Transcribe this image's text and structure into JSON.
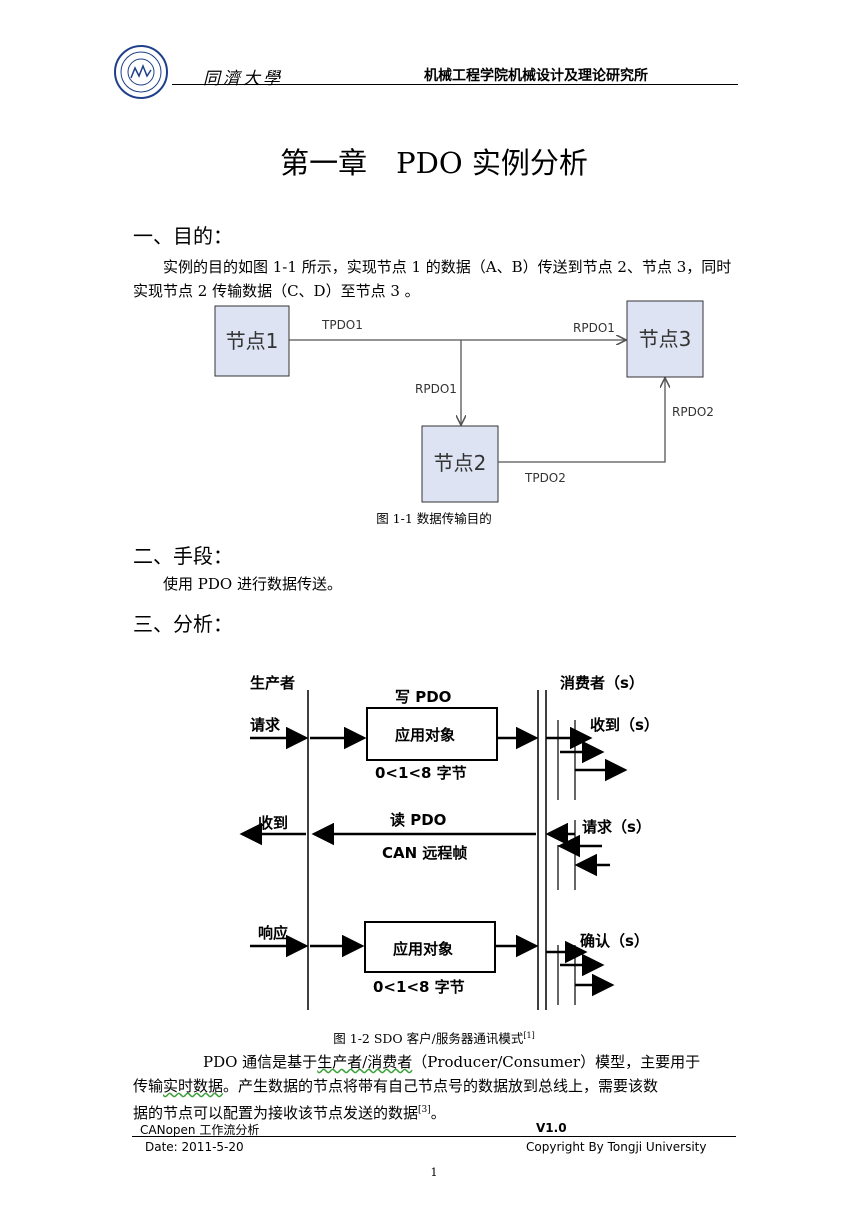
{
  "header": {
    "university": "同濟大學",
    "institute": "机械工程学院机械设计及理论研究所"
  },
  "title": "第一章　PDO 实例分析",
  "sections": {
    "s1": {
      "heading": "一、目的：",
      "para": "实例的目的如图 1-1 所示，实现节点 1 的数据（A、B）传送到节点 2、节点 3，同时实现节点 2 传输数据（C、D）至节点 3 。"
    },
    "s2": {
      "heading": "二、手段：",
      "para": "使用 PDO 进行数据传送。"
    },
    "s3": {
      "heading": "三、分析："
    }
  },
  "fig1": {
    "node1": "节点1",
    "node2": "节点2",
    "node3": "节点3",
    "tpdo1": "TPDO1",
    "rpdo1_top": "RPDO1",
    "rpdo1_mid": "RPDO1",
    "tpdo2": "TPDO2",
    "rpdo2": "RPDO2",
    "caption": "图 1-1  数据传输目的"
  },
  "fig2": {
    "producer": "生产者",
    "consumer": "消费者（s）",
    "request": "请求",
    "write_pdo": "写 PDO",
    "app_obj_1": "应用对象",
    "range_1": "0<1<8 字节",
    "received_s": "收到（s）",
    "received": "收到",
    "read_pdo": "读 PDO",
    "can_remote": "CAN 远程帧",
    "request_s": "请求（s）",
    "response": "响应",
    "app_obj_2": "应用对象",
    "range_2": "0<1<8 字节",
    "confirm_s": "确认（s）",
    "caption": "图 1-2    SDO 客户/服务器通讯模式",
    "caption_ref": "[1]"
  },
  "body_para": {
    "l1_a": "PDO 通信是基于",
    "l1_b": "生产者/消费者",
    "l1_c": "（Producer/Consumer）模型，主要用于",
    "l2_a": "传输",
    "l2_b": "实时数据",
    "l2_c": "。产生数据的节点将带有自己节点号的数据放到总线上，需要该数",
    "l3": "据的节点可以配置为接收该节点发送的数据",
    "l3_ref": "[3]",
    "l3_end": "。"
  },
  "footer": {
    "doc": "CANopen 工作流分析",
    "version": "V1.0",
    "date": "Date: 2011-5-20",
    "copyright": "Copyright By Tongji University",
    "page": "1"
  },
  "colors": {
    "node_fill": "#dde3f3",
    "node_border": "#333333",
    "line": "#555555"
  }
}
